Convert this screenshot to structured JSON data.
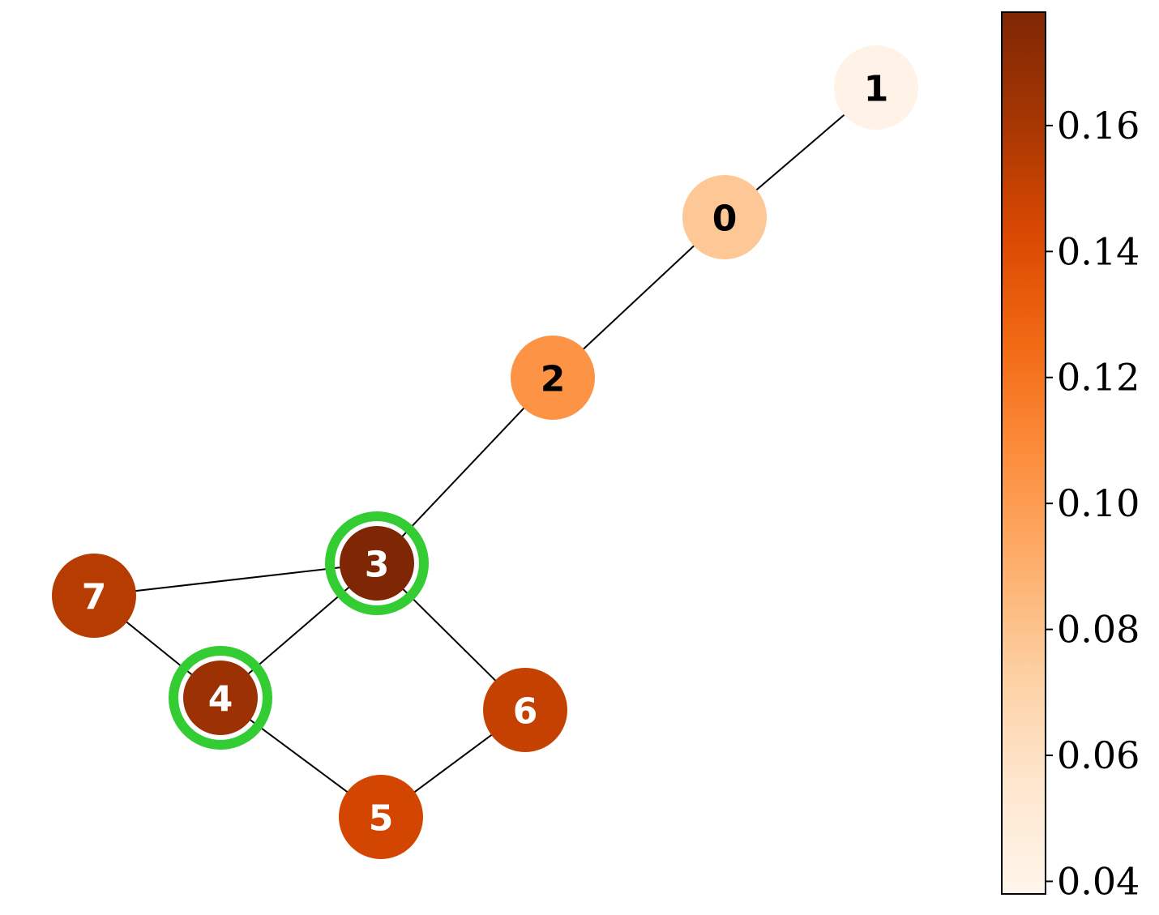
{
  "graph": {
    "nodes": [
      {
        "id": "0",
        "label": "0",
        "value": 0.077,
        "highlighted": false,
        "label_color": "#000000"
      },
      {
        "id": "1",
        "label": "1",
        "value": 0.04,
        "highlighted": false,
        "label_color": "#000000"
      },
      {
        "id": "2",
        "label": "2",
        "value": 0.105,
        "highlighted": false,
        "label_color": "#000000"
      },
      {
        "id": "3",
        "label": "3",
        "value": 0.178,
        "highlighted": true,
        "label_color": "#ffffff"
      },
      {
        "id": "4",
        "label": "4",
        "value": 0.165,
        "highlighted": true,
        "label_color": "#ffffff"
      },
      {
        "id": "5",
        "label": "5",
        "value": 0.145,
        "highlighted": false,
        "label_color": "#ffffff"
      },
      {
        "id": "6",
        "label": "6",
        "value": 0.15,
        "highlighted": false,
        "label_color": "#ffffff"
      },
      {
        "id": "7",
        "label": "7",
        "value": 0.155,
        "highlighted": false,
        "label_color": "#ffffff"
      }
    ],
    "edges": [
      [
        "1",
        "0"
      ],
      [
        "0",
        "2"
      ],
      [
        "2",
        "3"
      ],
      [
        "3",
        "7"
      ],
      [
        "3",
        "4"
      ],
      [
        "3",
        "6"
      ],
      [
        "7",
        "4"
      ],
      [
        "4",
        "5"
      ],
      [
        "5",
        "6"
      ]
    ],
    "highlight_color": "#33cc33",
    "edge_color": "#000000"
  },
  "colorbar": {
    "colormap": "Oranges",
    "min": 0.038,
    "max": 0.178,
    "ticks": [
      {
        "value": 0.04,
        "label": "0.04"
      },
      {
        "value": 0.06,
        "label": "0.06"
      },
      {
        "value": 0.08,
        "label": "0.08"
      },
      {
        "value": 0.1,
        "label": "0.10"
      },
      {
        "value": 0.12,
        "label": "0.12"
      },
      {
        "value": 0.14,
        "label": "0.14"
      },
      {
        "value": 0.16,
        "label": "0.16"
      }
    ],
    "stops": [
      "#fff5eb",
      "#fee6ce",
      "#fdd0a2",
      "#fdae6b",
      "#fd8d3c",
      "#f16913",
      "#d94801",
      "#a63603",
      "#7f2704"
    ]
  }
}
